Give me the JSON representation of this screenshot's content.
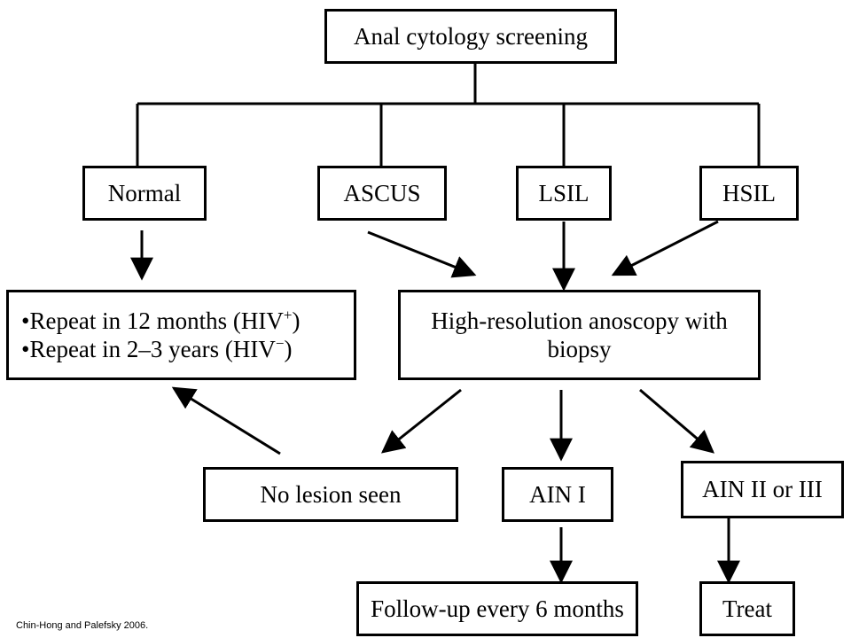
{
  "title": "Anal cytology screening",
  "results": {
    "normal": "Normal",
    "ascus": "ASCUS",
    "lsil": "LSIL",
    "hsil": "HSIL"
  },
  "repeat": {
    "line1_text": "•Repeat in 12 months (HIV",
    "line1_sup": "+",
    "line1_end": ")",
    "line2_text": "•Repeat in 2–3 years (HIV",
    "line2_sup": "−",
    "line2_end": ")"
  },
  "anoscopy": {
    "line1": "High-resolution  anoscopy with",
    "line2": "biopsy"
  },
  "outcomes": {
    "no_lesion": "No lesion seen",
    "ain1": "AIN I",
    "ain23": "AIN II or III"
  },
  "actions": {
    "followup": "Follow-up  every 6 months",
    "treat": "Treat"
  },
  "credit": "Chin-Hong and Palefsky 2006."
}
